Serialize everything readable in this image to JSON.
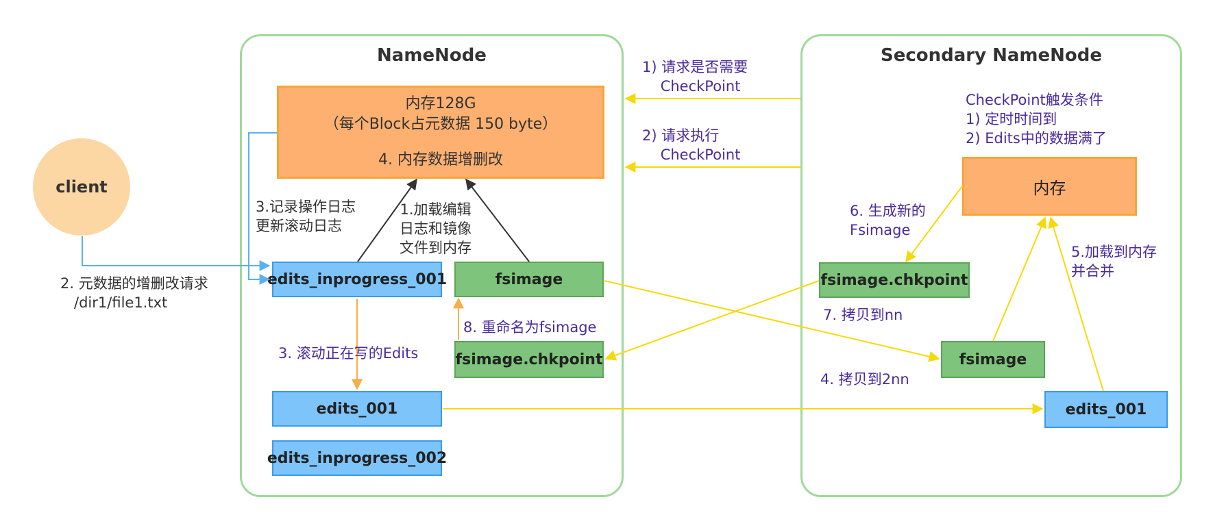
{
  "namenode": {
    "title": "NameNode",
    "memory_lines": [
      "内存128G",
      "（每个Block占元数据 150 byte）",
      "",
      "4. 内存数据增删改"
    ],
    "edits_inprogress_001": "edits_inprogress_001",
    "fsimage": "fsimage",
    "fsimage_chkpoint": "fsimage.chkpoint",
    "edits_001": "edits_001",
    "edits_inprogress_002": "edits_inprogress_002"
  },
  "secondary": {
    "title": "Secondary NameNode",
    "conditions": "CheckPoint触发条件\n1) 定时时间到\n2) Edits中的数据满了",
    "memory": "内存",
    "fsimage_chkpoint": "fsimage.chkpoint",
    "fsimage": "fsimage",
    "edits_001": "edits_001"
  },
  "client": {
    "label": "client"
  },
  "labels": {
    "step1_request": "1) 请求是否需要\n    CheckPoint",
    "step2_request": "2) 请求执行\n    CheckPoint",
    "client_request": "2. 元数据的增删改请求\n   /dir1/file1.txt",
    "record_log": "3.记录操作日志\n更新滚动日志",
    "load_edits": "1.加载编辑\n日志和镜像\n文件到内存",
    "roll_edits": "3. 滚动正在写的Edits",
    "rename": "8. 重命名为fsimage",
    "generate_new": "6. 生成新的\nFsimage",
    "copy_to_nn": "7. 拷贝到nn",
    "copy_to_2nn": "4. 拷贝到2nn",
    "load_merge": "5.加载到内存\n并合并"
  },
  "colors": {
    "yellow_arrow": "#f5d90a",
    "orange_arrow": "#f9ad47",
    "blue_arrow": "#5ab0f5",
    "black_arrow": "#333333",
    "panel_border": "#9fd99a",
    "label_purple": "#4b2a9c"
  }
}
